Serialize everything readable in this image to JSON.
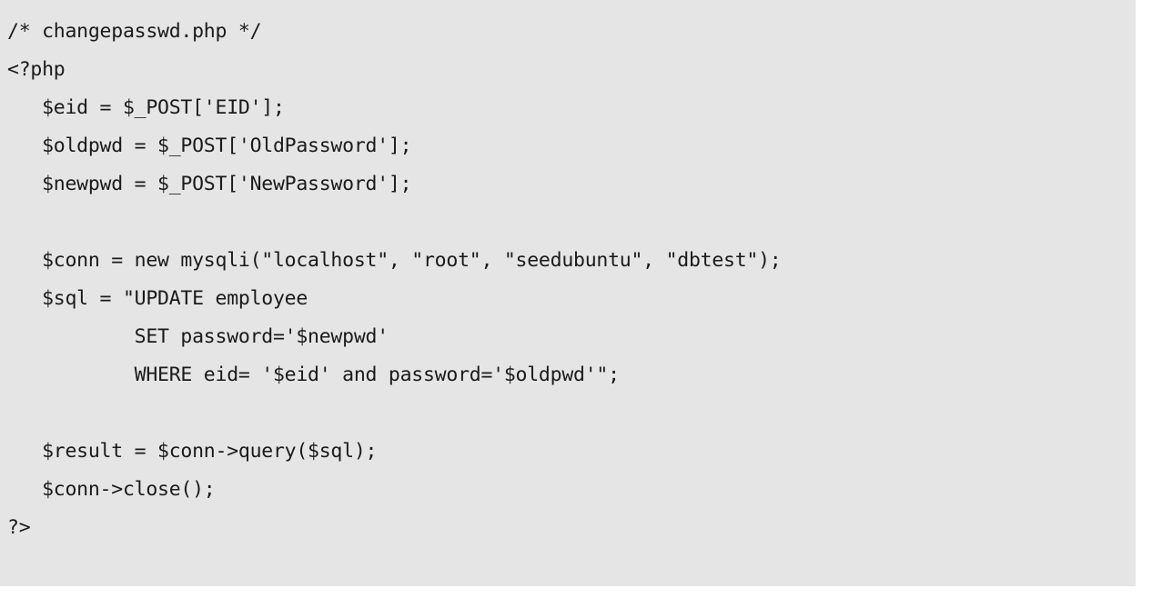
{
  "document": {
    "kind": "source-code-listing",
    "language": "php",
    "filename": "changepasswd.php",
    "background_color": "#e5e5e5",
    "page_color": "#ffffff",
    "text_color": "#1a1a1a"
  },
  "code": {
    "lines": [
      "/* changepasswd.php */",
      "<?php",
      "   $eid = $_POST['EID'];",
      "   $oldpwd = $_POST['OldPassword'];",
      "   $newpwd = $_POST['NewPassword'];",
      "",
      "   $conn = new mysqli(\"localhost\", \"root\", \"seedubuntu\", \"dbtest\");",
      "   $sql = \"UPDATE employee",
      "           SET password='$newpwd'",
      "           WHERE eid= '$eid' and password='$oldpwd'\";",
      "",
      "   $result = $conn->query($sql);",
      "   $conn->close();",
      "?>"
    ]
  }
}
